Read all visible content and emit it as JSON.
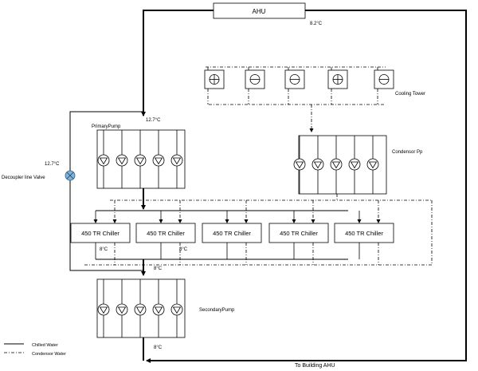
{
  "ahu": {
    "label": "AHU",
    "supply_temp": "8.2°C"
  },
  "primary": {
    "temp": "12.7°C",
    "label": "PrimaryPump"
  },
  "decoupler": {
    "temp": "12.7°C",
    "label": "Decoupler line Valve"
  },
  "cooling_tower": {
    "label": "Cooling Tower"
  },
  "condensor": {
    "label": "Condensor Pp"
  },
  "chillers": [
    {
      "label": "450 TR Chiller"
    },
    {
      "label": "450 TR Chiller"
    },
    {
      "label": "450 TR Chiller"
    },
    {
      "label": "450 TR Chiller"
    },
    {
      "label": "450 TR Chiller"
    }
  ],
  "chiller_temps": [
    "8°C",
    "8°C"
  ],
  "header_temp": "8°C",
  "secondary": {
    "label": "SecondaryPump"
  },
  "outlet": {
    "temp": "8°C",
    "label": "To Building AHU"
  },
  "legend": {
    "chilled": "Chilled Water",
    "condensor": "Condensor Water"
  }
}
